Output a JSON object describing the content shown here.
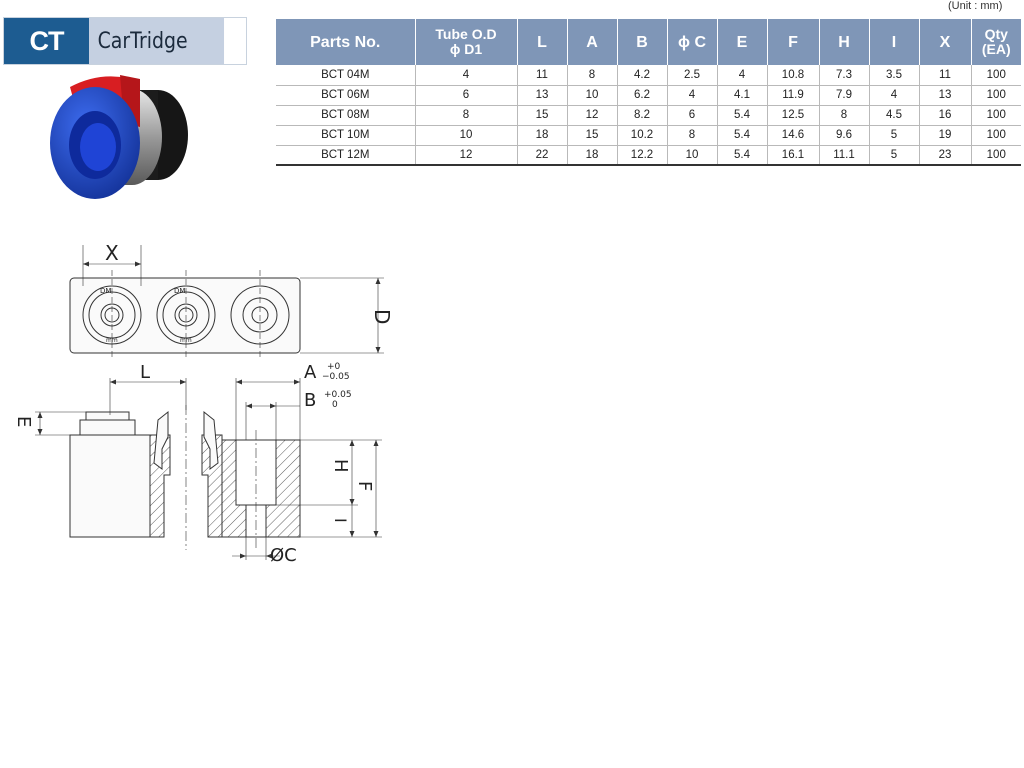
{
  "header": {
    "code": "CT",
    "title": "CarTridge"
  },
  "unit_label": "(Unit : mm)",
  "table": {
    "headers": {
      "parts_no": "Parts No.",
      "tube_od_line1": "Tube O.D",
      "tube_od_line2": "ϕ D1",
      "l": "L",
      "a": "A",
      "b": "B",
      "c": "ϕ C",
      "e": "E",
      "f": "F",
      "h": "H",
      "i": "I",
      "x": "X",
      "qty_line1": "Qty",
      "qty_line2": "(EA)"
    },
    "rows": [
      {
        "part": "BCT 04M",
        "d1": "4",
        "l": "11",
        "a": "8",
        "b": "4.2",
        "c": "2.5",
        "e": "4",
        "f": "10.8",
        "h": "7.3",
        "i": "3.5",
        "x": "11",
        "qty": "100"
      },
      {
        "part": "BCT 06M",
        "d1": "6",
        "l": "13",
        "a": "10",
        "b": "6.2",
        "c": "4",
        "e": "4.1",
        "f": "11.9",
        "h": "7.9",
        "i": "4",
        "x": "13",
        "qty": "100"
      },
      {
        "part": "BCT 08M",
        "d1": "8",
        "l": "15",
        "a": "12",
        "b": "8.2",
        "c": "6",
        "e": "5.4",
        "f": "12.5",
        "h": "8",
        "i": "4.5",
        "x": "16",
        "qty": "100"
      },
      {
        "part": "BCT 10M",
        "d1": "10",
        "l": "18",
        "a": "15",
        "b": "10.2",
        "c": "8",
        "e": "5.4",
        "f": "14.6",
        "h": "9.6",
        "i": "5",
        "x": "19",
        "qty": "100"
      },
      {
        "part": "BCT 12M",
        "d1": "12",
        "l": "22",
        "a": "18",
        "b": "12.2",
        "c": "10",
        "e": "5.4",
        "f": "16.1",
        "h": "11.1",
        "i": "5",
        "x": "23",
        "qty": "100"
      }
    ]
  },
  "drawing": {
    "dim_x": "X",
    "dim_d": "D",
    "dim_l": "L",
    "dim_a": "A",
    "dim_a_tol_upper": "+0",
    "dim_a_tol_lower": "−0.05",
    "dim_b": "B",
    "dim_b_tol_upper": "+0.05",
    "dim_b_tol_lower": "0",
    "dim_e": "E",
    "dim_h": "H",
    "dim_i": "I",
    "dim_f": "F",
    "dim_c": "ØC",
    "marking_top": "DM",
    "marking_bottom": "mm"
  },
  "colors": {
    "header_code_bg": "#1d5c91",
    "header_title_bg": "#c5d0e1",
    "table_header_bg": "#7f96b7",
    "fitting_blue": "#1f4fc9",
    "fitting_red": "#d81e22",
    "fitting_black": "#1a1a1a"
  }
}
